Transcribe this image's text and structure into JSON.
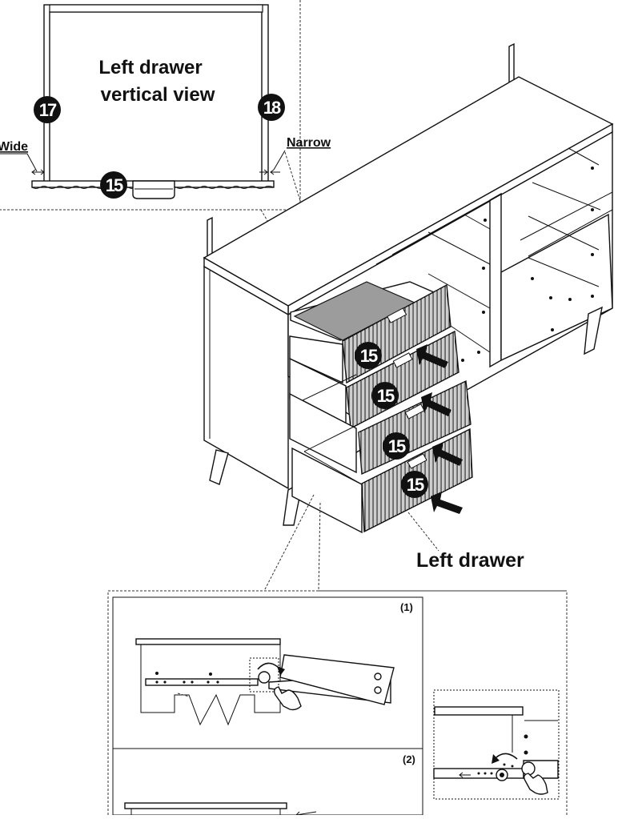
{
  "inset_top": {
    "title_line1": "Left drawer",
    "title_line2": "vertical view",
    "badge_left": "17",
    "badge_right": "18",
    "badge_bottom": "15",
    "label_wide": "Wide",
    "label_narrow": "Narrow"
  },
  "main": {
    "drawer_badges": [
      "15",
      "15",
      "15",
      "15"
    ],
    "left_drawer_label": "Left drawer"
  },
  "inset_bottom": {
    "step1": "(1)",
    "step2": "(2)"
  }
}
